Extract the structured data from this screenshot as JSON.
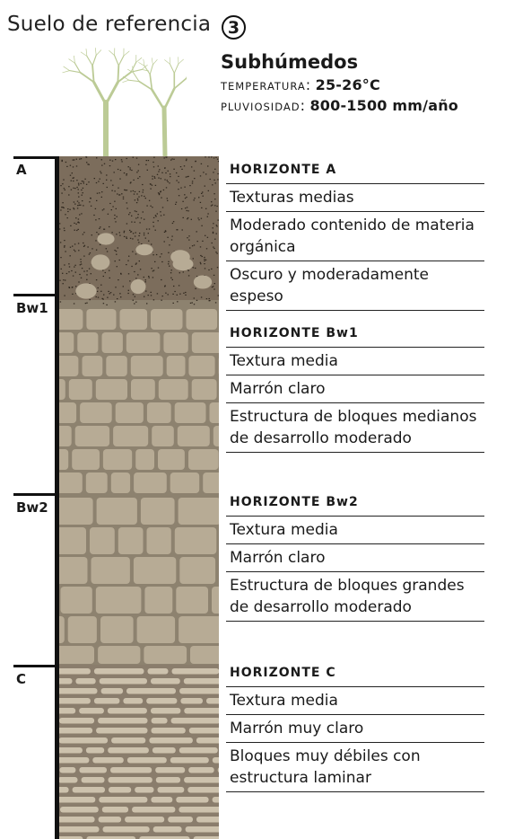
{
  "header": {
    "title": "Suelo de referencia",
    "number": "3"
  },
  "climate": {
    "title": "Subhúmedos",
    "temperature": {
      "label": "TEMPERATURA",
      "separator": ":",
      "value": "25-26°C"
    },
    "rainfall": {
      "label": "PLUVIOSIDAD",
      "separator": ":",
      "value": "800-1500 mm/año"
    }
  },
  "depth_labels": [
    "A",
    "Bw1",
    "Bw2",
    "C"
  ],
  "colors": {
    "horizon_a": "#7c6d5c",
    "horizon_b": "#b7ab95",
    "horizon_b_gaps": "#8d826f",
    "horizon_c": "#8a7d6c",
    "horizon_c_layers": "#cdc2ad",
    "tree": "#bccb96"
  },
  "horizons": [
    {
      "title": "HORIZONTE A",
      "lines": [
        "Texturas medias",
        "Moderado contenido de materia orgánica",
        "Oscuro y moderadamente espeso"
      ]
    },
    {
      "title": "HORIZONTE  Bw1",
      "lines": [
        "Textura media",
        "Marrón claro",
        "Estructura de bloques medianos de desarrollo moderado"
      ]
    },
    {
      "title": "HORIZONTE  Bw2",
      "lines": [
        "Textura media",
        "Marrón claro",
        "Estructura de bloques grandes de desarrollo moderado"
      ]
    },
    {
      "title": "HORIZONTE  C",
      "lines": [
        "Textura media",
        "Marrón muy claro",
        "Bloques muy débiles con estructura laminar"
      ]
    }
  ]
}
